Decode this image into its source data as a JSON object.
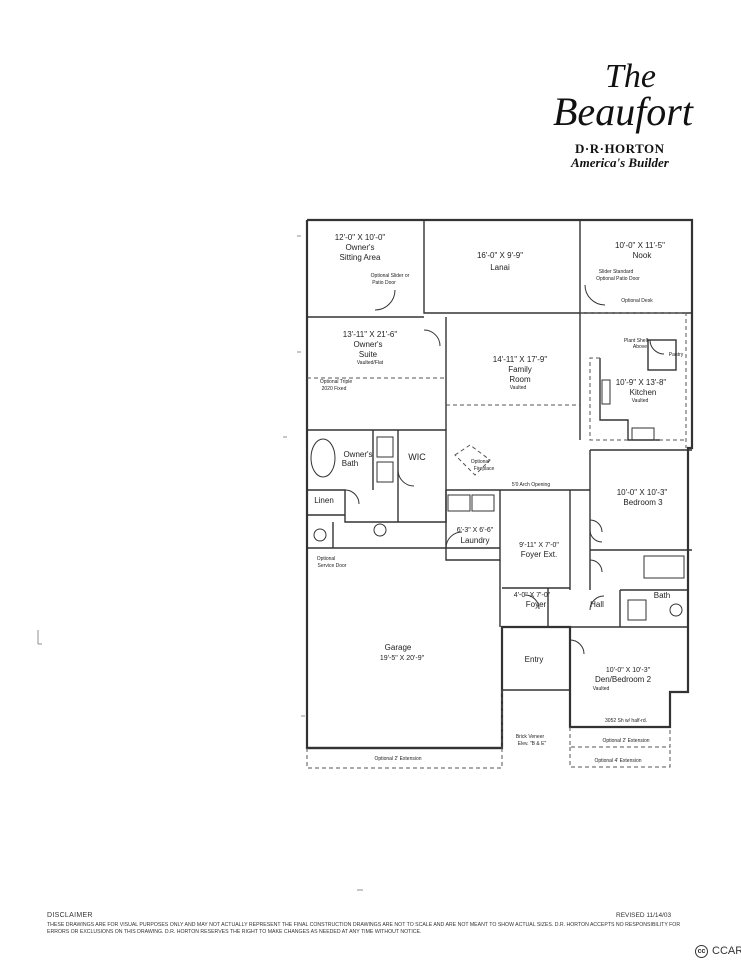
{
  "header": {
    "title_line1": "The",
    "title_line2": "Beaufort",
    "brand": "D·R·HORTON",
    "tagline": "America's Builder"
  },
  "rooms": {
    "sitting_dim": "12'-0\" X 10'-0\"",
    "sitting_name1": "Owner's",
    "sitting_name2": "Sitting Area",
    "slider_note1": "Optional Slider or",
    "slider_note2": "Patio Door",
    "lanai_dim": "16'-0\" X 9'-9\"",
    "lanai_name": "Lanai",
    "nook_dim": "10'-0\" X 11'-5\"",
    "nook_name": "Nook",
    "nook_slider1": "Slider Standard",
    "nook_slider2": "Optional Patio Door",
    "desk_note": "Optional Desk",
    "suite_dim": "13'-11\" X 21'-6\"",
    "suite_name1": "Owner's",
    "suite_name2": "Suite",
    "suite_sub": "Vaulted/Flat",
    "triple_note1": "Optional Triple",
    "triple_note2": "2020 Fixed",
    "family_dim": "14'-11\" X 17'-9\"",
    "family_name1": "Family",
    "family_name2": "Room",
    "family_sub": "Vaulted",
    "plant_note1": "Plant Shelf",
    "plant_note2": "Above",
    "pantry": "Pantry",
    "kitchen_dim": "10'-9\" X 13'-8\"",
    "kitchen_name": "Kitchen",
    "kitchen_sub": "Vaulted",
    "bath_owner1": "Owner's",
    "bath_owner2": "Bath",
    "wic": "WIC",
    "fireplace1": "Optional",
    "fireplace2": "Fireplace",
    "arch": "5'0 Arch Opening",
    "bed3_dim": "10'-0\" X 10'-3\"",
    "bed3_name": "Bedroom 3",
    "linen": "Linen",
    "laundry_dim": "6'-3\" X 6'-6\"",
    "laundry_name": "Laundry",
    "foyer_ext_dim": "9'-11\" X 7'-0\"",
    "foyer_ext_name": "Foyer Ext.",
    "service_note1": "Optional",
    "service_note2": "Service Door",
    "foyer_dim": "4'-0\" X 7'-0\"",
    "foyer_name": "Foyer",
    "hall": "Hall",
    "bath": "Bath",
    "garage_name": "Garage",
    "garage_dim": "19'-5\" X 20'-9\"",
    "entry": "Entry",
    "den_dim": "10'-0\" X 10'-3\"",
    "den_name": "Den/Bedroom 2",
    "den_sub": "Vaulted",
    "window_note": "3052 Sh w/ half-rd.",
    "brick1": "Brick Veneer",
    "brick2": "Elev. \"B & E\"",
    "ext2_den": "Optional 2' Extension",
    "ext4_den": "Optional 4' Extension",
    "ext2_garage": "Optional 2' Extension"
  },
  "footer": {
    "disclaimer_heading": "DISCLAIMER",
    "revised": "REVISED 11/14/03",
    "disclaimer_text": "THESE DRAWINGS ARE FOR VISUAL PURPOSES ONLY AND MAY NOT ACTUALLY REPRESENT THE FINAL CONSTRUCTION DRAWINGS ARE NOT TO SCALE AND ARE NOT MEANT TO SHOW ACTUAL SIZES. D.R. HORTON ACCEPTS NO RESPONSIBILITY FOR ERRORS OR EXCLUSIONS ON THIS DRAWING. D.R. HORTON RESERVES THE RIGHT TO MAKE CHANGES AS NEEDED AT ANY TIME WITHOUT NOTICE.",
    "ccar_icon": "cc",
    "ccar": "CCAR"
  }
}
